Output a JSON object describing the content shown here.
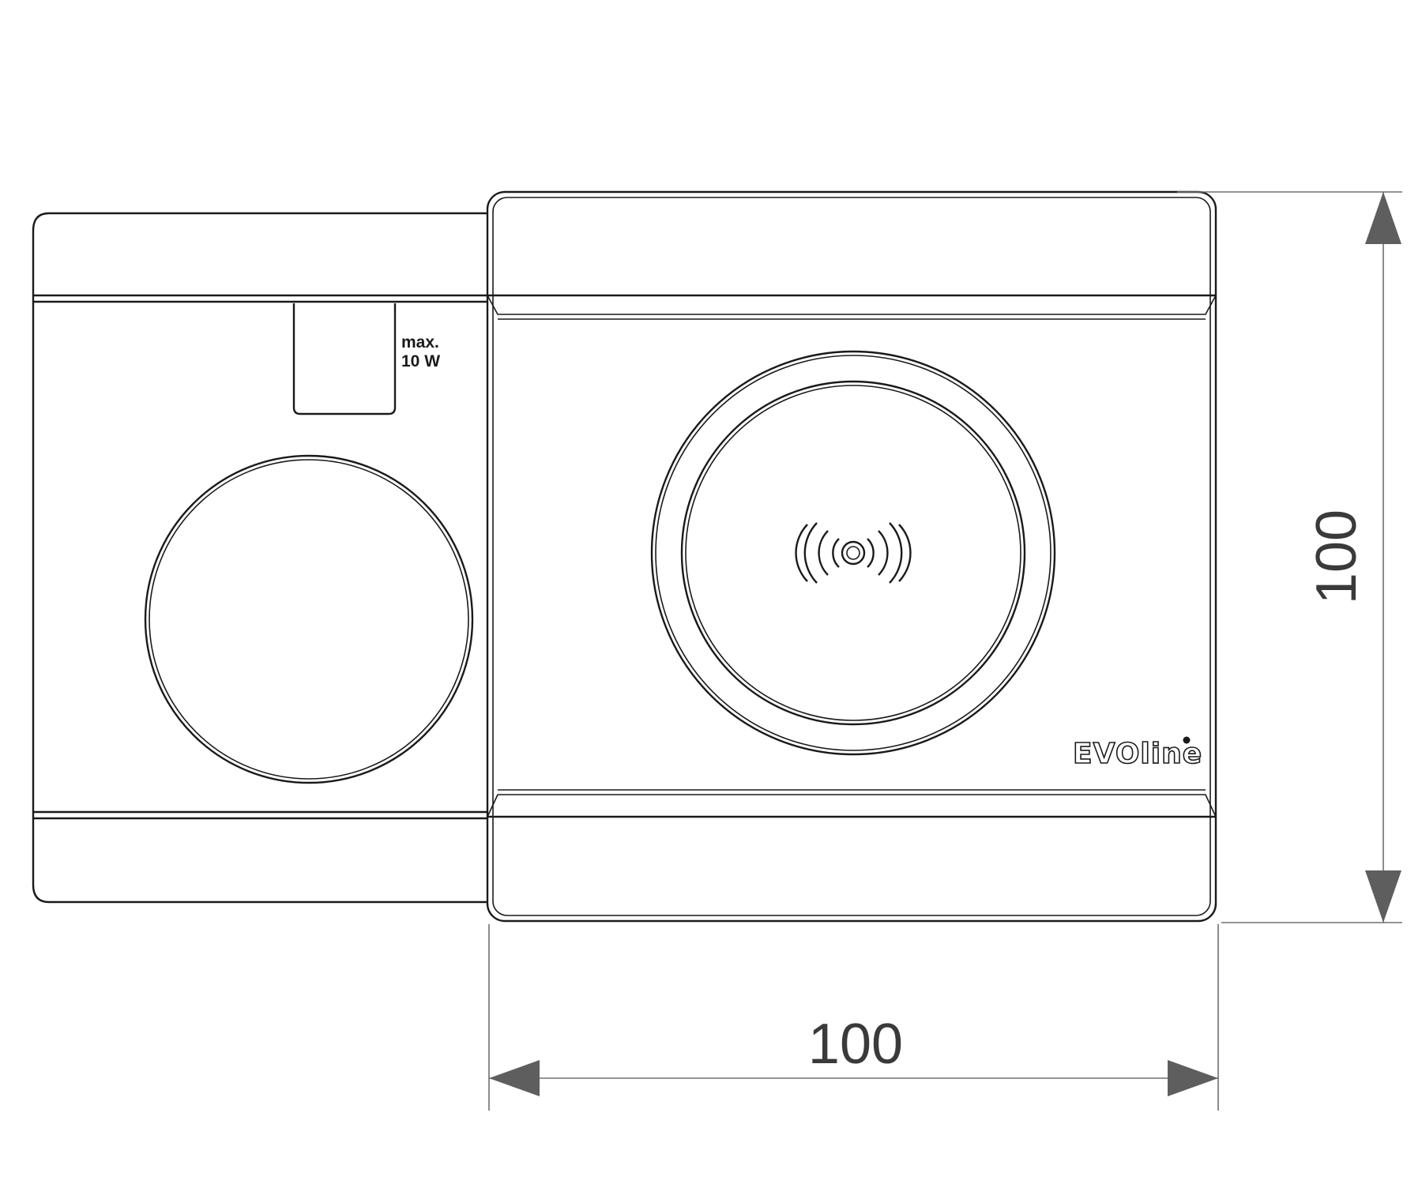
{
  "drawing": {
    "left_module": {
      "usb_port_label_line1": "max.",
      "usb_port_label_line2": "10 W"
    },
    "right_module": {
      "brand": "EVOline",
      "wireless_icon": "wireless-charging-icon"
    },
    "dimensions": {
      "width_label": "100",
      "height_label": "100"
    }
  },
  "colors": {
    "outline": "#1a1a1a",
    "dimension": "#707070",
    "background": "#ffffff"
  }
}
